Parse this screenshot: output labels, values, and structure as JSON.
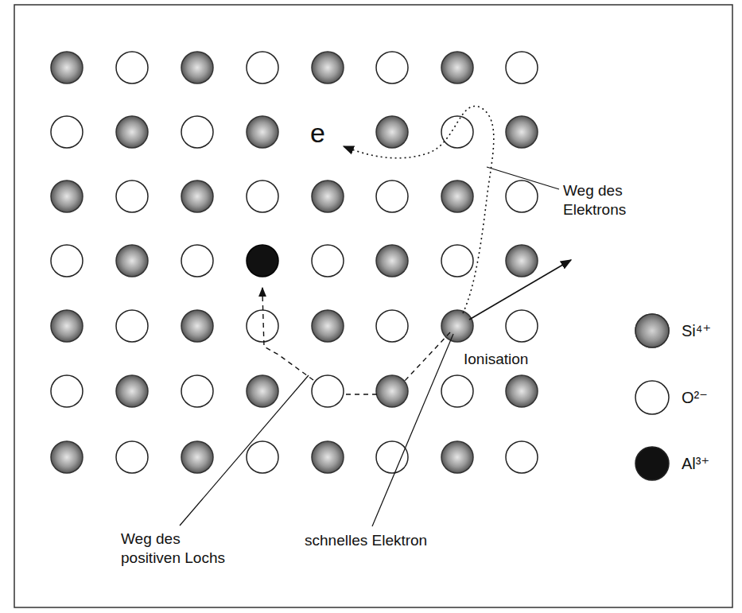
{
  "diagram": {
    "labels": [
      "e",
      "Weg des Elektrons",
      "Ionisation",
      "Weg des positiven Lochs",
      "schnelles Elektron"
    ],
    "legend": [
      {
        "text": "Si⁴⁺",
        "color": "#7a7a7a"
      },
      {
        "text": "O²⁻",
        "color": "#ffffff"
      },
      {
        "text": "Al³⁺",
        "color": "#111111"
      }
    ]
  }
}
